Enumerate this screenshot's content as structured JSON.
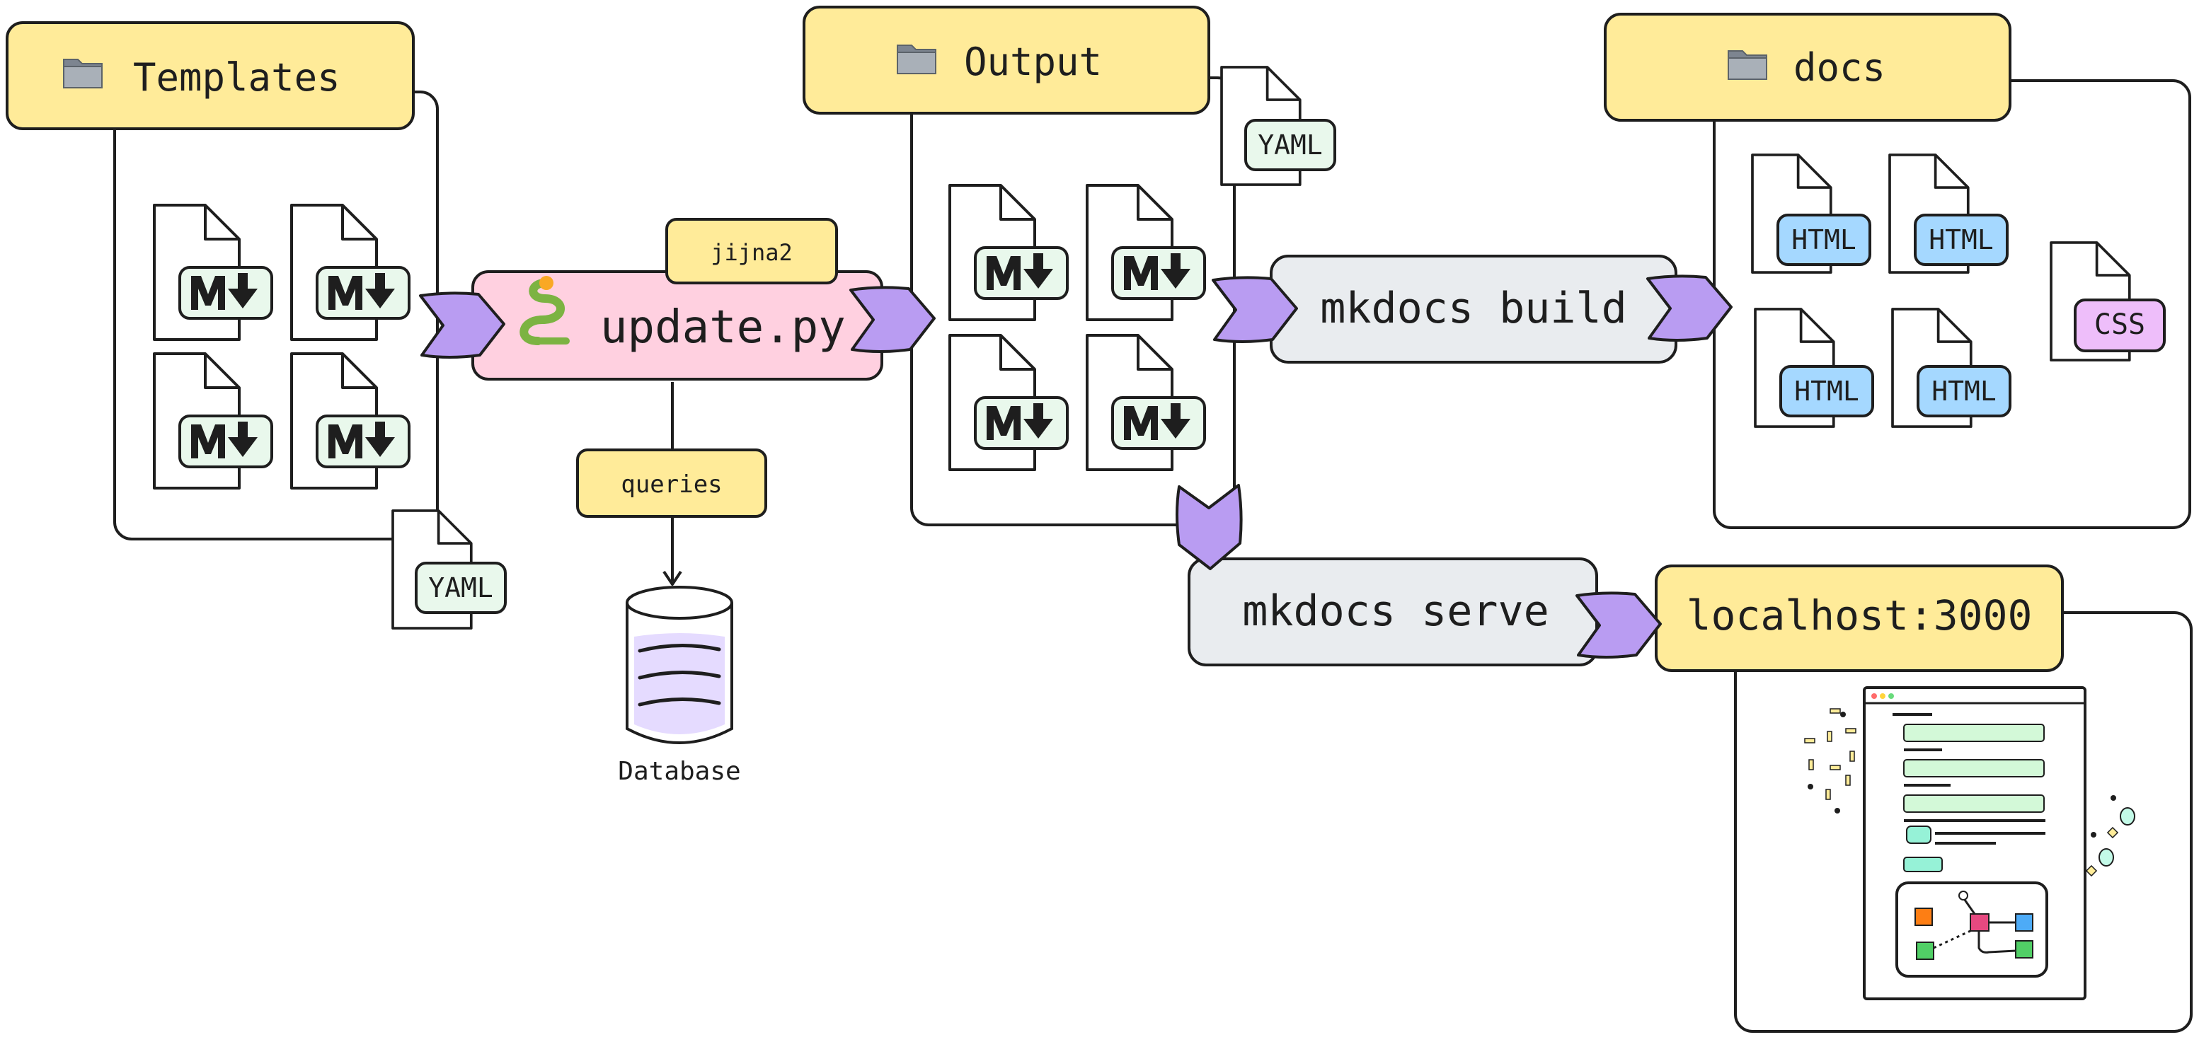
{
  "folders": {
    "templates": {
      "label": "Templates",
      "icon": "folder-icon"
    },
    "output": {
      "label": "Output",
      "icon": "folder-icon"
    },
    "docs": {
      "label": "docs",
      "icon": "folder-icon"
    }
  },
  "files": {
    "markdown_badge": "M",
    "yaml_badge": "YAML",
    "html_badge": "HTML",
    "css_badge": "CSS"
  },
  "steps": {
    "update": {
      "label": "update.py",
      "icon": "snake-icon",
      "tag": "jijna2"
    },
    "queries": "queries",
    "database": "Database",
    "build": "mkdocs build",
    "serve": "mkdocs serve",
    "localhost": "localhost:3000"
  },
  "colors": {
    "folder_label": "#ffeb99",
    "update_box": "#ffd0e0",
    "command_box": "#e9ecef",
    "connector": "#b99cf2",
    "markdown_badge": "#e9f8ec",
    "html_badge": "#a5d8ff",
    "css_badge": "#eebefa",
    "database_fill": "#e5dbff",
    "stroke": "#1e1e1e"
  }
}
